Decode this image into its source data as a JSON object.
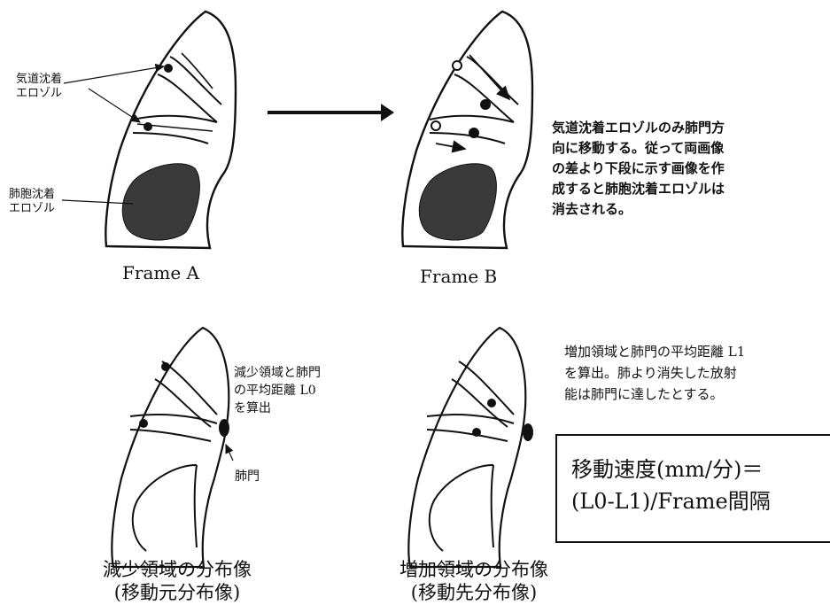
{
  "labels": {
    "airway_deposit": "気道沈着\nエロゾル",
    "alveolar_deposit": "肺胞沈着\nエロゾル",
    "frame_a": "Frame A",
    "frame_b": "Frame B",
    "description_top": "気道沈着エロゾルのみ肺門方\n向に移動する。従って両画像\nの差より下段に示す画像を作\n成すると肺胞沈着エロゾルは\n消去される。",
    "decrease_text": "減少領域と肺門\nの平均距離 L0\nを算出",
    "hilum": "肺門",
    "increase_text": "増加領域と肺門の平均距離 L1\nを算出。肺より消失した放射\n能は肺門に達したとする。",
    "decrease_caption": "減少領域の分布像\n(移動元分布像)",
    "increase_caption": "増加領域の分布像\n(移動先分布像)",
    "formula": "移動速度(mm/分)＝\n(L0-L1)/Frame間隔"
  },
  "colors": {
    "ink": "#111111",
    "fill": "#3a3a3a"
  }
}
